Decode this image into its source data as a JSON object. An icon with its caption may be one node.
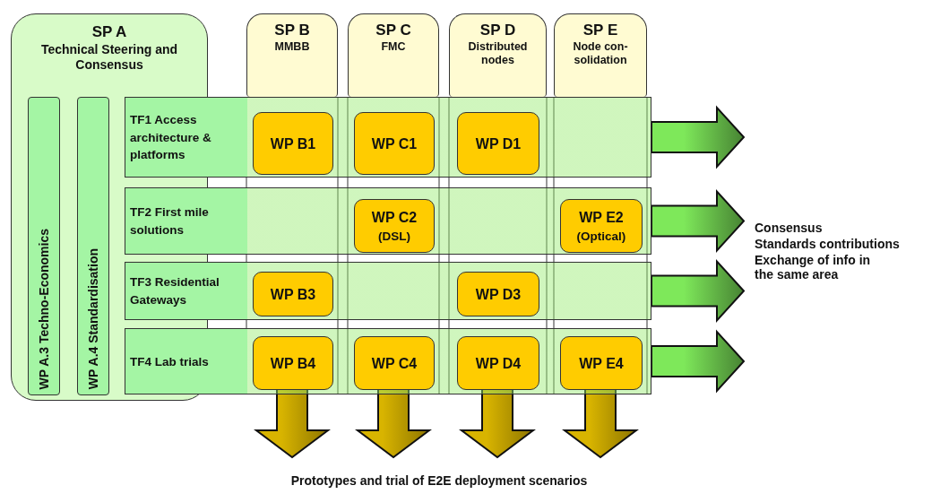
{
  "diagram": {
    "nodes": [
      {
        "text": [
          "SP A",
          "Technical Steering and Consensus"
        ]
      },
      {
        "text": [
          "SP B",
          "MMBB"
        ]
      },
      {
        "text": [
          "SP C",
          "FMC"
        ]
      },
      {
        "text": [
          "SP D",
          "Distributed nodes"
        ]
      },
      {
        "text": [
          "SP E",
          "Node con- solidation"
        ]
      },
      {
        "text": [
          "WP A.3 Techno-Economics"
        ],
        "in": 0
      },
      {
        "text": [
          "WP A.4 Standardisation"
        ],
        "in": 0
      },
      {
        "text": [
          "TF1 Access architecture & platforms"
        ]
      },
      {
        "text": [
          "WP B1"
        ],
        "in": 7
      },
      {
        "text": [
          "WP C1"
        ],
        "in": 7
      },
      {
        "text": [
          "WP D1"
        ],
        "in": 7
      },
      {
        "text": [
          "TF2 First mile solutions"
        ]
      },
      {
        "text": [
          "WP C2",
          "(DSL)"
        ],
        "in": 11
      },
      {
        "text": [
          "WP E2",
          "(Optical)"
        ],
        "in": 11
      },
      {
        "text": [
          "TF3 Residential Gateways"
        ]
      },
      {
        "text": [
          "WP B3"
        ],
        "in": 14
      },
      {
        "text": [
          "WP D3"
        ],
        "in": 14
      },
      {
        "text": [
          "TF4 Lab trials"
        ]
      },
      {
        "text": [
          "WP B4"
        ],
        "in": 17
      },
      {
        "text": [
          "WP C4"
        ],
        "in": 17
      },
      {
        "text": [
          "WP D4"
        ],
        "in": 17
      },
      {
        "text": [
          "WP E4"
        ],
        "in": 17
      },
      {
        "text": [
          "Consensus",
          "Standards contributions",
          "Exchange of info in the same area"
        ]
      },
      {
        "text": [
          "Prototypes and trial of E2E deployment scenarios"
        ]
      }
    ],
    "edges": [
      {
        "from": 7,
        "to": 22,
        "arrow": "to",
        "style": "thick",
        "color": "#7ee85a"
      },
      {
        "from": 11,
        "to": 22,
        "arrow": "to",
        "style": "thick",
        "color": "#7ee85a"
      },
      {
        "from": 14,
        "to": 22,
        "arrow": "to",
        "style": "thick",
        "color": "#7ee85a"
      },
      {
        "from": 17,
        "to": 22,
        "arrow": "to",
        "style": "thick",
        "color": "#7ee85a"
      },
      {
        "from": 18,
        "to": 23,
        "arrow": "to",
        "style": "thick",
        "color": "#d8b400"
      },
      {
        "from": 19,
        "to": 23,
        "arrow": "to",
        "style": "thick",
        "color": "#d8b400"
      },
      {
        "from": 20,
        "to": 23,
        "arrow": "to",
        "style": "thick",
        "color": "#d8b400"
      },
      {
        "from": 21,
        "to": 23,
        "arrow": "to",
        "style": "thick",
        "color": "#d8b400"
      }
    ]
  }
}
